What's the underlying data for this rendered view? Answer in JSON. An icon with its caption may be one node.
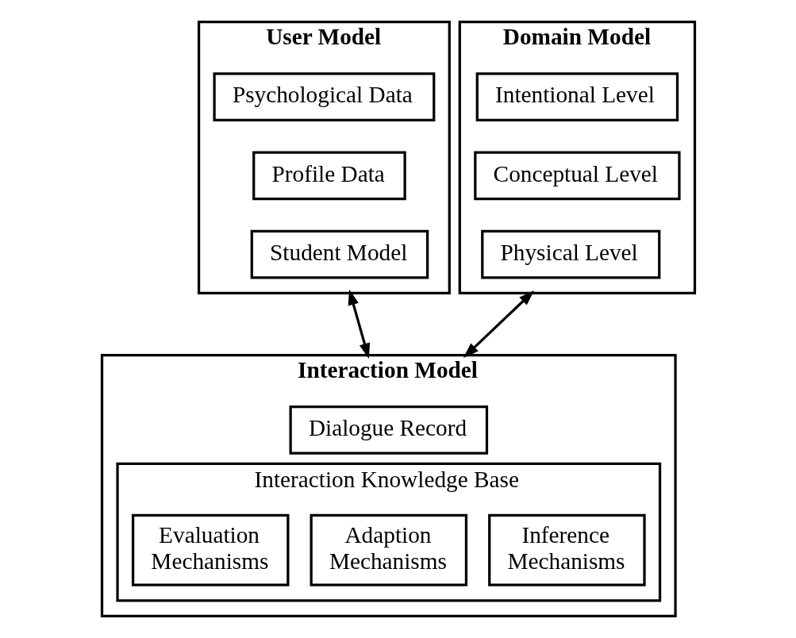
{
  "diagram": {
    "nodes": [
      {
        "text": [
          "User Model"
        ]
      },
      {
        "text": [
          "Psychological Data"
        ],
        "in": 0
      },
      {
        "text": [
          "Profile Data"
        ],
        "in": 0
      },
      {
        "text": [
          "Student Model"
        ],
        "in": 0
      },
      {
        "text": [
          "Domain Model"
        ]
      },
      {
        "text": [
          "Intentional Level"
        ],
        "in": 4
      },
      {
        "text": [
          "Conceptual Level"
        ],
        "in": 4
      },
      {
        "text": [
          "Physical Level"
        ],
        "in": 4
      },
      {
        "text": [
          "Interaction Model"
        ]
      },
      {
        "text": [
          "Dialogue Record"
        ],
        "in": 8
      },
      {
        "text": [
          "Interaction Knowledge Base"
        ],
        "in": 8
      },
      {
        "text": [
          "Evaluation Mechanisms"
        ],
        "in": 10
      },
      {
        "text": [
          "Adaption Mechanisms"
        ],
        "in": 10
      },
      {
        "text": [
          "Inference Mechanisms"
        ],
        "in": 10
      }
    ],
    "edges": [
      {
        "from": 0,
        "to": 8,
        "arrow": "both"
      },
      {
        "from": 4,
        "to": 8,
        "arrow": "both"
      }
    ]
  }
}
